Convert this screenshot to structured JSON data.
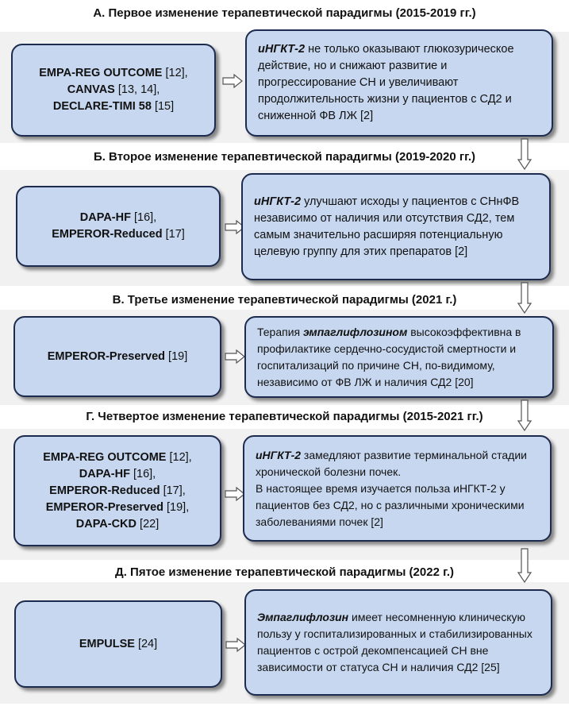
{
  "colors": {
    "box_fill": "#c6d7ef",
    "box_border": "#1d2b4e",
    "band": "#f1f1f1"
  },
  "sections": [
    {
      "title": "А. Первое изменение терапевтической парадигмы (2015-2019 гг.)",
      "trials": [
        {
          "name": "EMPA-REG OUTCOME",
          "ref": " [12],"
        },
        {
          "name": "CANVAS",
          "ref": " [13, 14],"
        },
        {
          "name": "DECLARE-TIMI 58",
          "ref": " [15]"
        }
      ],
      "lead": "иНГКТ-2",
      "text": " не только оказывают глюкозурическое действие, но и снижают развитие и прогрессирование СН и увеличивают продолжительность жизни у пациентов с СД2 и сниженной ФВ ЛЖ [2]"
    },
    {
      "title": "Б. Второе изменение терапевтической парадигмы (2019-2020 гг.)",
      "trials": [
        {
          "name": "DAPA-HF",
          "ref": " [16],"
        },
        {
          "name": "EMPEROR-Reduced",
          "ref": " [17]"
        }
      ],
      "lead": "иНГКТ-2",
      "text": " улучшают исходы у пациентов с СНнФВ независимо от наличия или отсутствия СД2, тем самым значительно расширяя потенциальную целевую группу для этих препаратов [2]"
    },
    {
      "title": "В. Третье изменение терапевтической парадигмы (2021 г.)",
      "trials": [
        {
          "name": "EMPEROR-Preserved",
          "ref": " [19]"
        }
      ],
      "pre": "Терапия ",
      "lead": "эмпаглифлозином",
      "text": " высокоэффективна в профилактике сердечно-сосудистой смертности и госпитализаций по причине СН, по-видимому, независимо от ФВ ЛЖ и наличия СД2 [20]"
    },
    {
      "title": "Г. Четвертое изменение терапевтической парадигмы (2015-2021 гг.)",
      "trials": [
        {
          "name": "EMPA-REG OUTCOME",
          "ref": " [12],"
        },
        {
          "name": "DAPA-HF",
          "ref": " [16],"
        },
        {
          "name": "EMPEROR-Reduced",
          "ref": " [17],"
        },
        {
          "name": "EMPEROR-Preserved",
          "ref": " [19],"
        },
        {
          "name": "DAPA-CKD",
          "ref": " [22]"
        }
      ],
      "lead": "иНГКТ-2",
      "text": " замедляют развитие терминальной стадии хронической болезни почек.",
      "text2": "В настоящее время изучается польза иНГКТ-2 у пациентов без СД2, но с различными хроническими заболеваниями почек [2]"
    },
    {
      "title": "Д. Пятое изменение терапевтической парадигмы (2022 г.)",
      "trials": [
        {
          "name": "EMPULSE",
          "ref": " [24]"
        }
      ],
      "lead": "Эмпаглифлозин",
      "text": " имеет несомненную клиническую пользу у госпитализированных и стабилизированных пациентов с острой декомпенсацией СН вне зависимости от статуса СН и наличия СД2 [25]"
    }
  ]
}
